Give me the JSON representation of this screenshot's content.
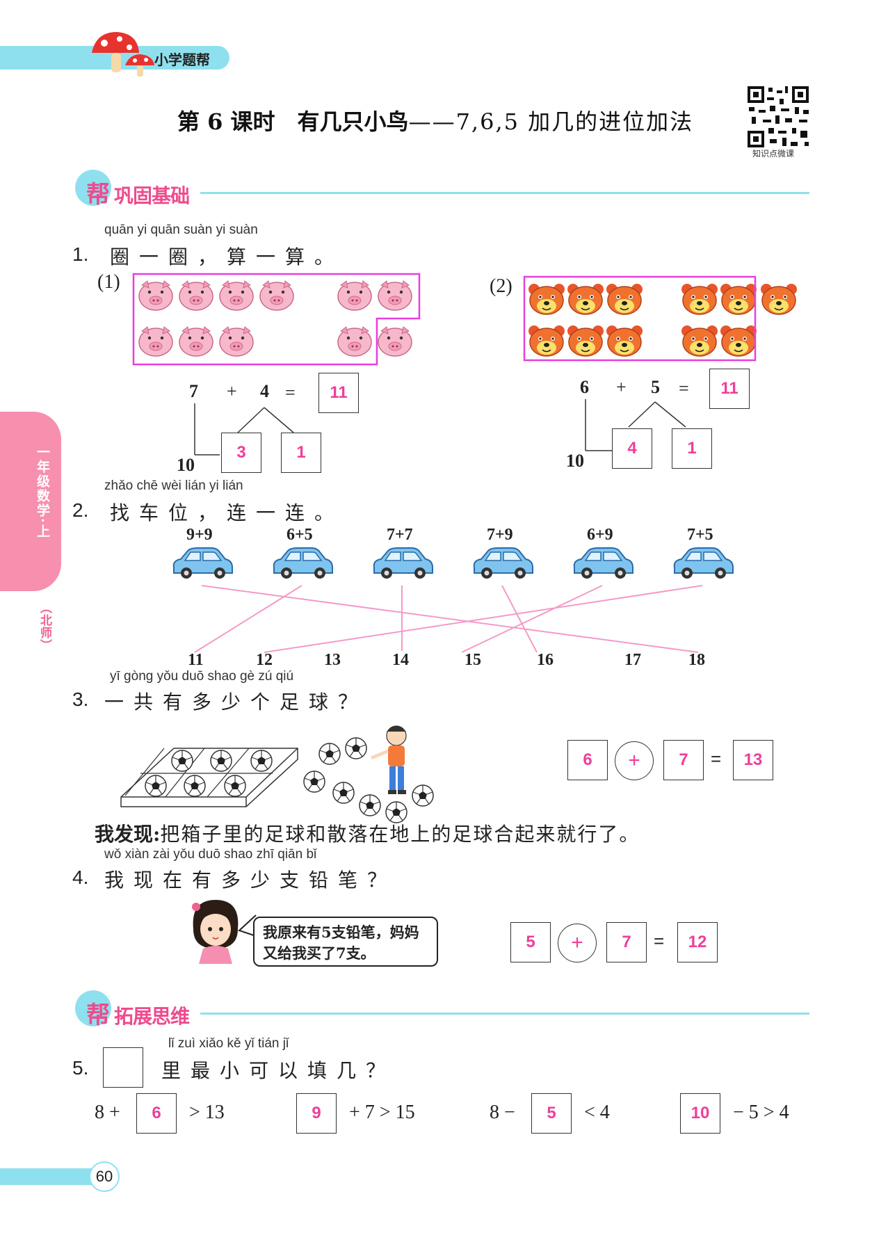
{
  "header": {
    "brand": "小学题帮"
  },
  "title": {
    "main": "第 6 课时　有几只小鸟",
    "sub": "——7,6,5 加几的进位加法"
  },
  "qr_caption": "知识点微课",
  "side_tab": {
    "label": "一年级数学·上",
    "edition": "（北师）"
  },
  "section1": {
    "badge": "帮",
    "label": "巩固基础"
  },
  "section2": {
    "badge": "帮",
    "label": "拓展思维"
  },
  "q1": {
    "number": "1.",
    "pinyin": "quān  yi  quān      suàn  yi  suàn",
    "text": "圈一圈，算一算。",
    "part1": {
      "label": "(1)",
      "a": "7",
      "op": "+",
      "b": "4",
      "eq": "=",
      "answer": "11",
      "tens": "10",
      "split1": "3",
      "split2": "1"
    },
    "part2": {
      "label": "(2)",
      "a": "6",
      "op": "+",
      "b": "5",
      "eq": "=",
      "answer": "11",
      "tens": "10",
      "split1": "4",
      "split2": "1"
    }
  },
  "q2": {
    "number": "2.",
    "pinyin": "zhǎo chē wèi       lián  yi  lián",
    "text": "找车位，连一连。",
    "cars": [
      "9+9",
      "6+5",
      "7+7",
      "7+9",
      "6+9",
      "7+5"
    ],
    "spots": [
      "11",
      "12",
      "13",
      "14",
      "15",
      "16",
      "17",
      "18"
    ]
  },
  "q3": {
    "number": "3.",
    "pinyin": "yī  gòng yǒu duō shao  gè   zú   qiú",
    "text": "一共有多少个足球？",
    "a": "6",
    "op": "+",
    "b": "7",
    "eq": "=",
    "answer": "13",
    "discovery_label": "我发现:",
    "discovery_text": "把箱子里的足球和散落在地上的足球合起来就行了。"
  },
  "q4": {
    "number": "4.",
    "pinyin": "wǒ  xiàn  zài  yǒu  duō shao  zhī  qiān   bǐ",
    "text": "我现在有多少支铅笔？",
    "speech": "我原来有5支铅笔，妈妈又给我买了7支。",
    "a": "5",
    "op": "+",
    "b": "7",
    "eq": "=",
    "answer": "12"
  },
  "q5": {
    "number": "5.",
    "pinyin": "lǐ   zuì  xiǎo   kě    yǐ   tián    jǐ",
    "text": "里最小可以填几？",
    "items": [
      {
        "pre": "8 +",
        "answer": "6",
        "post": "> 13"
      },
      {
        "pre": "",
        "answer": "9",
        "post": "+ 7 > 15"
      },
      {
        "pre": "8 −",
        "answer": "5",
        "post": "< 4"
      },
      {
        "pre": "",
        "answer": "10",
        "post": "− 5 > 4"
      }
    ]
  },
  "page_number": "60",
  "colors": {
    "accent_pink": "#ee3f9a",
    "accent_cyan": "#8fe0ee",
    "frame_pink": "#e83ee0"
  }
}
